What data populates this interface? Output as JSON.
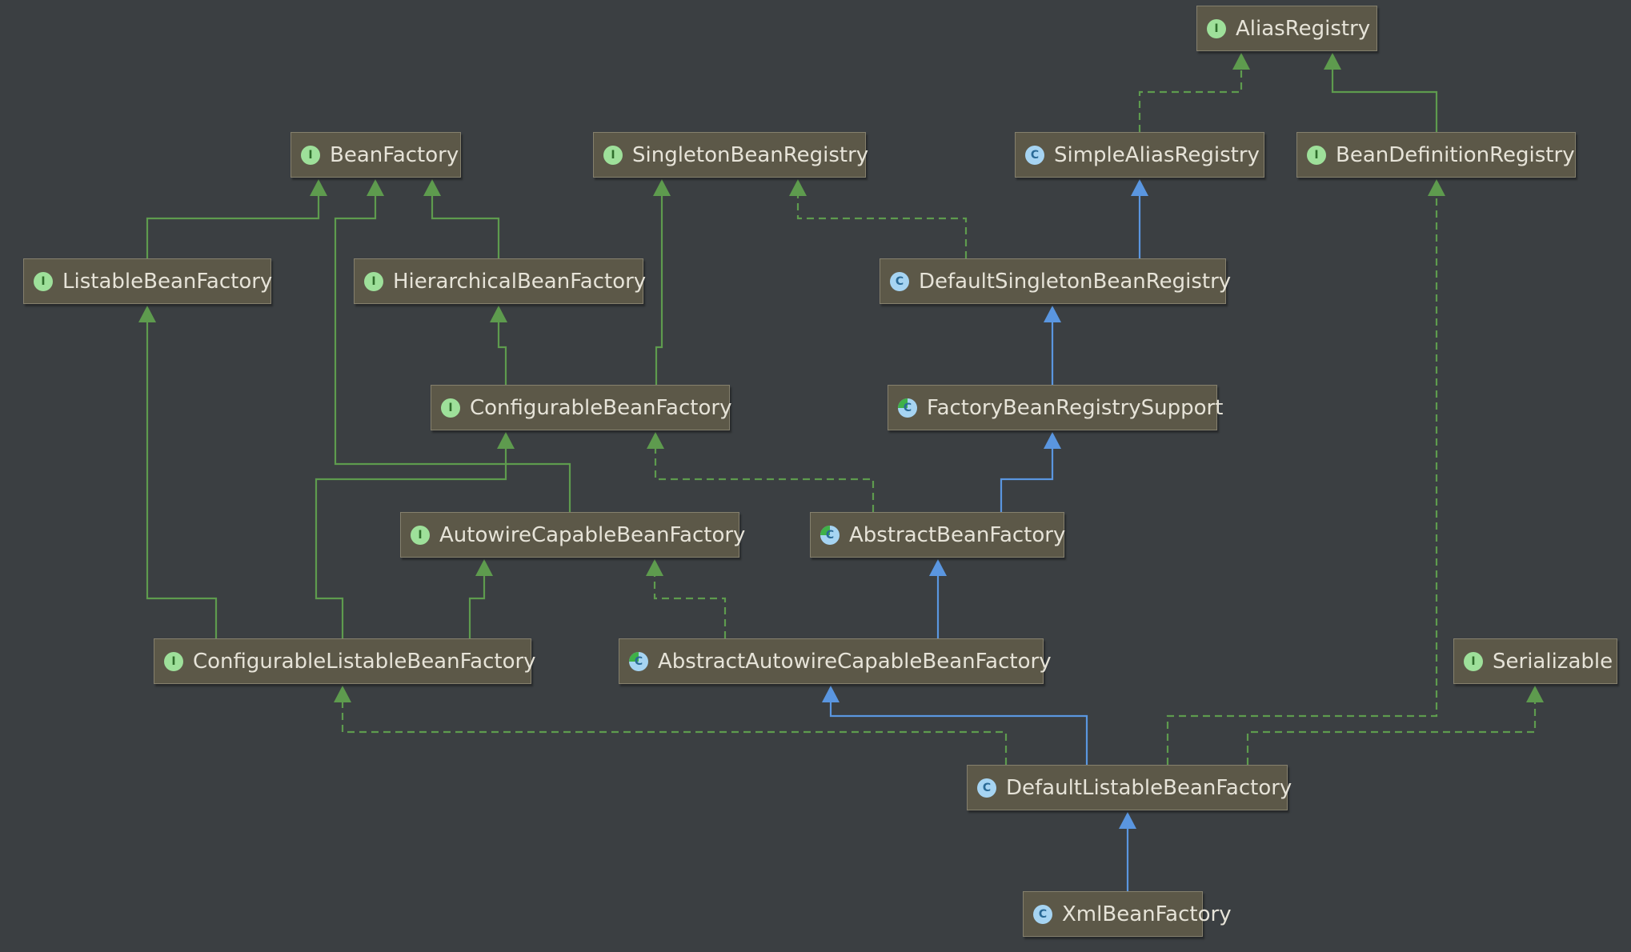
{
  "legend": {
    "interface_badge": "I",
    "class_badge": "C"
  },
  "colors": {
    "background": "#3b3f42",
    "node_fill": "#5c5848",
    "node_border": "#85806d",
    "implements_edge": "#5e9b4e",
    "extends_edge": "#5a96e0",
    "label": "#e6e3d8"
  },
  "nodes": [
    {
      "id": "AliasRegistry",
      "kind": "interface",
      "label": "AliasRegistry"
    },
    {
      "id": "BeanFactory",
      "kind": "interface",
      "label": "BeanFactory"
    },
    {
      "id": "SingletonBeanRegistry",
      "kind": "interface",
      "label": "SingletonBeanRegistry"
    },
    {
      "id": "SimpleAliasRegistry",
      "kind": "class",
      "label": "SimpleAliasRegistry"
    },
    {
      "id": "BeanDefinitionRegistry",
      "kind": "interface",
      "label": "BeanDefinitionRegistry"
    },
    {
      "id": "ListableBeanFactory",
      "kind": "interface",
      "label": "ListableBeanFactory"
    },
    {
      "id": "HierarchicalBeanFactory",
      "kind": "interface",
      "label": "HierarchicalBeanFactory"
    },
    {
      "id": "DefaultSingletonBeanRegistry",
      "kind": "class",
      "label": "DefaultSingletonBeanRegistry"
    },
    {
      "id": "ConfigurableBeanFactory",
      "kind": "interface",
      "label": "ConfigurableBeanFactory"
    },
    {
      "id": "FactoryBeanRegistrySupport",
      "kind": "abstract",
      "label": "FactoryBeanRegistrySupport"
    },
    {
      "id": "AutowireCapableBeanFactory",
      "kind": "interface",
      "label": "AutowireCapableBeanFactory"
    },
    {
      "id": "AbstractBeanFactory",
      "kind": "abstract",
      "label": "AbstractBeanFactory"
    },
    {
      "id": "ConfigurableListableBeanFactory",
      "kind": "interface",
      "label": "ConfigurableListableBeanFactory"
    },
    {
      "id": "AbstractAutowireCapableBeanFactory",
      "kind": "abstract",
      "label": "AbstractAutowireCapableBeanFactory"
    },
    {
      "id": "Serializable",
      "kind": "interface",
      "label": "Serializable"
    },
    {
      "id": "DefaultListableBeanFactory",
      "kind": "class",
      "label": "DefaultListableBeanFactory"
    },
    {
      "id": "XmlBeanFactory",
      "kind": "class",
      "label": "XmlBeanFactory"
    }
  ],
  "edges": [
    {
      "from": "SimpleAliasRegistry",
      "to": "AliasRegistry",
      "type": "implements"
    },
    {
      "from": "BeanDefinitionRegistry",
      "to": "AliasRegistry",
      "type": "extends-interface"
    },
    {
      "from": "ListableBeanFactory",
      "to": "BeanFactory",
      "type": "extends-interface"
    },
    {
      "from": "HierarchicalBeanFactory",
      "to": "BeanFactory",
      "type": "extends-interface"
    },
    {
      "from": "AutowireCapableBeanFactory",
      "to": "BeanFactory",
      "type": "extends-interface"
    },
    {
      "from": "ConfigurableBeanFactory",
      "to": "HierarchicalBeanFactory",
      "type": "extends-interface"
    },
    {
      "from": "ConfigurableBeanFactory",
      "to": "SingletonBeanRegistry",
      "type": "extends-interface"
    },
    {
      "from": "DefaultSingletonBeanRegistry",
      "to": "SingletonBeanRegistry",
      "type": "implements"
    },
    {
      "from": "DefaultSingletonBeanRegistry",
      "to": "SimpleAliasRegistry",
      "type": "extends"
    },
    {
      "from": "FactoryBeanRegistrySupport",
      "to": "DefaultSingletonBeanRegistry",
      "type": "extends"
    },
    {
      "from": "AbstractBeanFactory",
      "to": "FactoryBeanRegistrySupport",
      "type": "extends"
    },
    {
      "from": "AbstractBeanFactory",
      "to": "ConfigurableBeanFactory",
      "type": "implements"
    },
    {
      "from": "ConfigurableListableBeanFactory",
      "to": "ListableBeanFactory",
      "type": "extends-interface"
    },
    {
      "from": "ConfigurableListableBeanFactory",
      "to": "ConfigurableBeanFactory",
      "type": "extends-interface"
    },
    {
      "from": "ConfigurableListableBeanFactory",
      "to": "AutowireCapableBeanFactory",
      "type": "extends-interface"
    },
    {
      "from": "AbstractAutowireCapableBeanFactory",
      "to": "AutowireCapableBeanFactory",
      "type": "implements"
    },
    {
      "from": "AbstractAutowireCapableBeanFactory",
      "to": "AbstractBeanFactory",
      "type": "extends"
    },
    {
      "from": "DefaultListableBeanFactory",
      "to": "AbstractAutowireCapableBeanFactory",
      "type": "extends"
    },
    {
      "from": "DefaultListableBeanFactory",
      "to": "ConfigurableListableBeanFactory",
      "type": "implements"
    },
    {
      "from": "DefaultListableBeanFactory",
      "to": "BeanDefinitionRegistry",
      "type": "implements"
    },
    {
      "from": "DefaultListableBeanFactory",
      "to": "Serializable",
      "type": "implements"
    },
    {
      "from": "XmlBeanFactory",
      "to": "DefaultListableBeanFactory",
      "type": "extends"
    }
  ]
}
